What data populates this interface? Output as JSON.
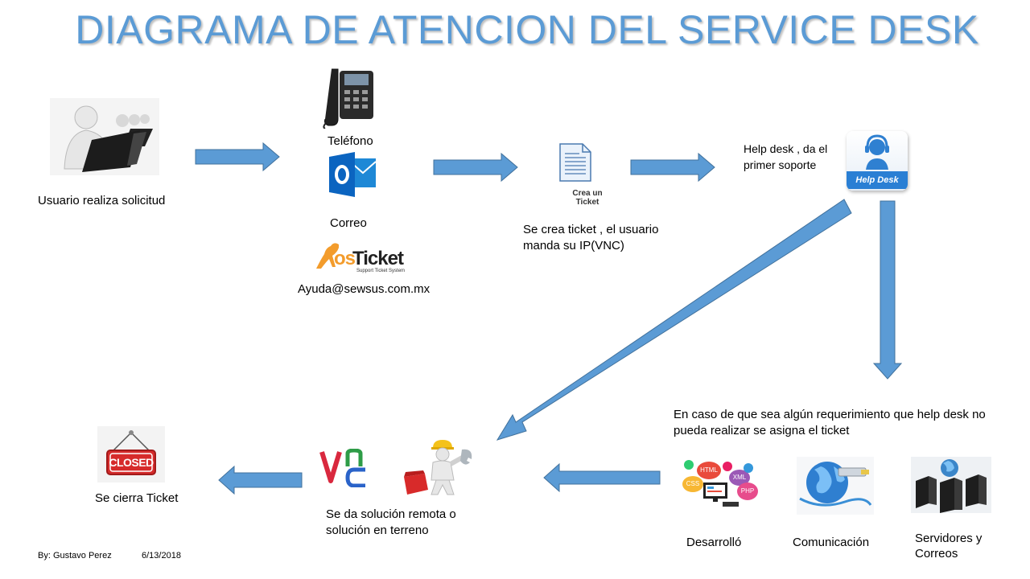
{
  "title": "DIAGRAMA DE ATENCION DEL SERVICE DESK",
  "nodes": {
    "usuario": "Usuario realiza solicitud",
    "telefono": "Teléfono",
    "correo": "Correo",
    "email": "Ayuda@sewsus.com.mx",
    "ticket_line1": "Se crea ticket , el usuario",
    "ticket_line2": "manda su IP(VNC)",
    "helpdesk_line1": "Help desk , da el",
    "helpdesk_line2": "primer soporte",
    "req_line1": "En caso de que sea algún requerimiento que help desk no",
    "req_line2": "pueda realizar se asigna el ticket",
    "desarrollo": "Desarrolló",
    "comunicacion": "Comunicación",
    "servidores_line1": "Servidores y",
    "servidores_line2": "Correos",
    "solucion_line1": "Se da solución remota o",
    "solucion_line2": "solución en terreno",
    "cierra": "Se cierra Ticket"
  },
  "icons": {
    "crea_ticket_line1": "Crea un",
    "crea_ticket_line2": "Ticket",
    "helpdesk_badge": "Help Desk",
    "closed_sign": "CLOSED",
    "osticket_brand_os": "os",
    "osticket_brand_ticket": "Ticket",
    "osticket_tagline": "Support Ticket System",
    "dev_tags": [
      "HTML",
      "CSS",
      "XML",
      "PHP"
    ]
  },
  "footer": {
    "author": "By: Gustavo Perez",
    "date": "6/13/2018"
  },
  "colors": {
    "arrow": "#5b9bd5",
    "arrow_stroke": "#41719c",
    "title": "#5b9bd5"
  }
}
